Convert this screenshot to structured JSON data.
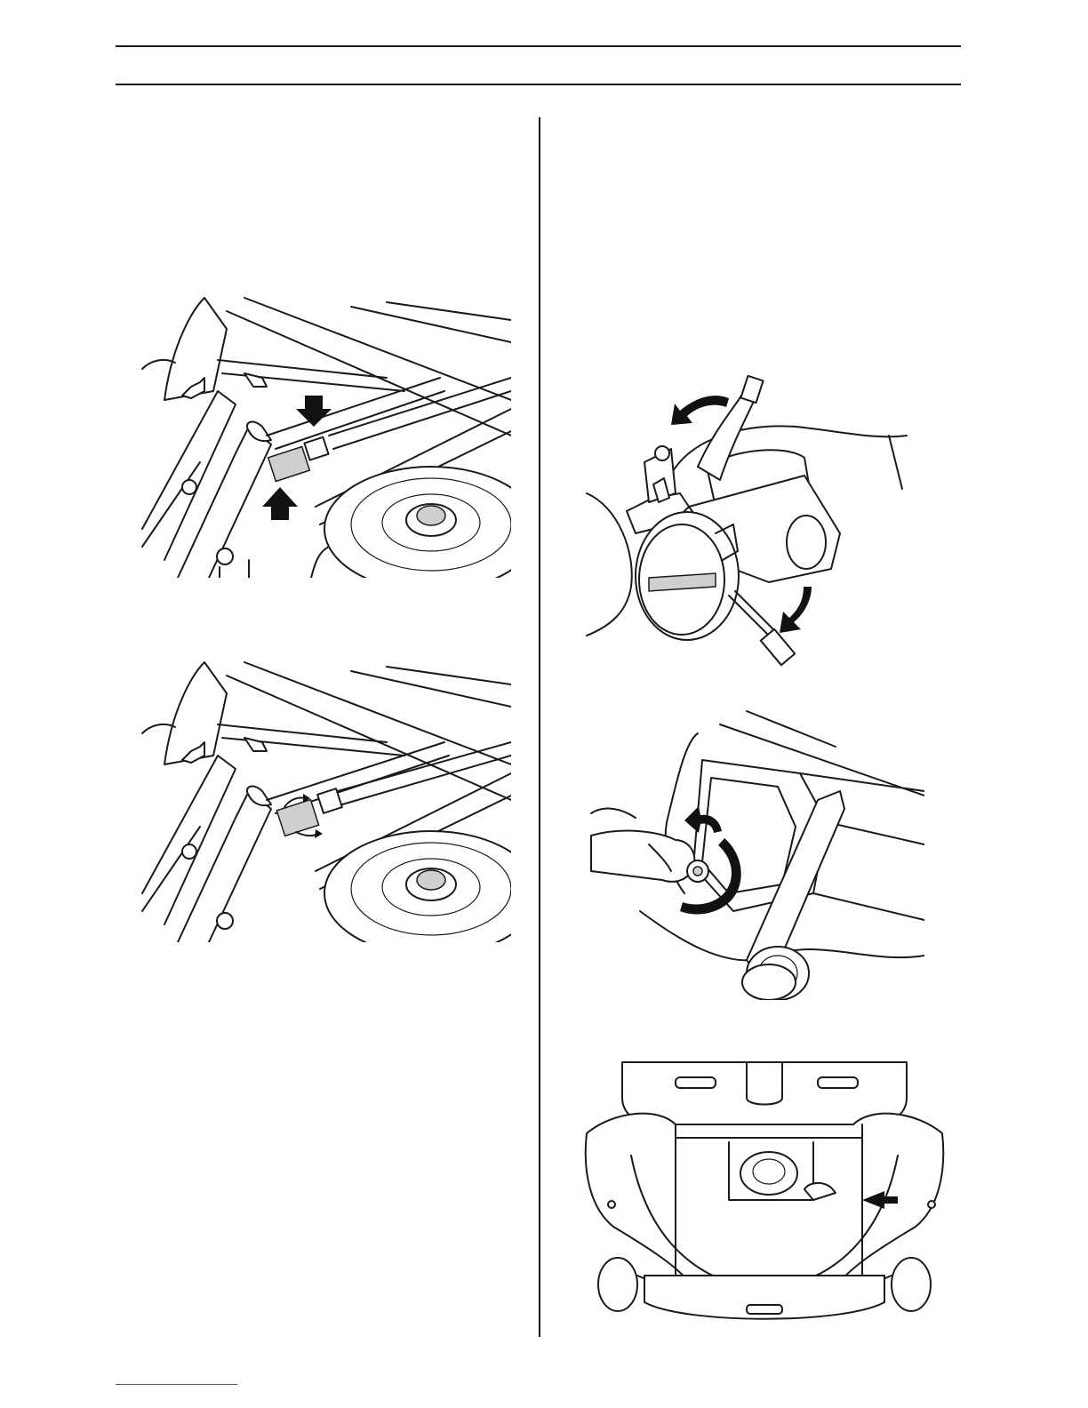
{
  "page": {
    "header_text": "",
    "left_column_text": "",
    "right_column_text": ""
  },
  "figures": [
    {
      "id": "fig-cable-adjuster-locate",
      "icon": "arrows-pointing-to-cable-adjuster"
    },
    {
      "id": "fig-cable-adjuster-turn",
      "icon": "rotation-arrows-on-adjuster"
    },
    {
      "id": "fig-height-lever",
      "icon": "lever-move-arrows"
    },
    {
      "id": "fig-knob-turn",
      "icon": "counterclockwise-arrow"
    },
    {
      "id": "fig-deck-front-view",
      "icon": "arrow-pointing-to-pin"
    }
  ],
  "colors": {
    "line": "#1a1a1a",
    "background": "#ffffff",
    "footnote_rule": "#3b4fd0"
  }
}
